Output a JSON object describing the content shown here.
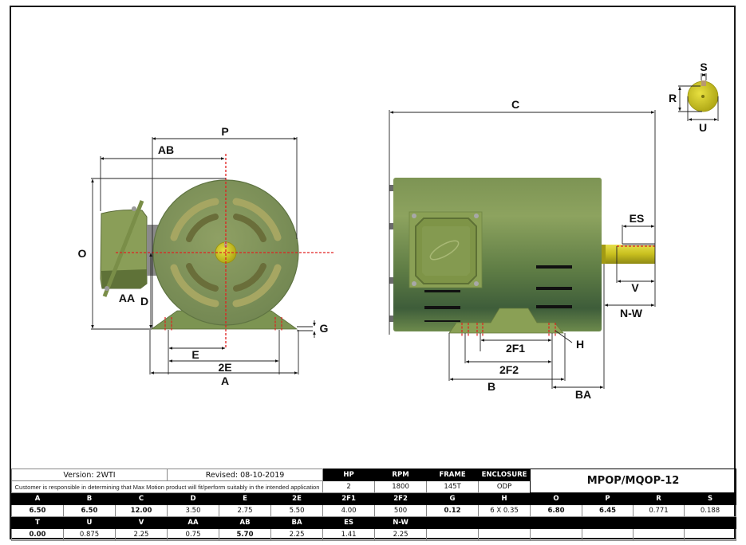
{
  "title_block": {
    "version": "Version: 2WTI",
    "revised": "Revised: 08-10-2019",
    "disclaimer": "Customer is responsible in determining that Max Motion product will fit/perform suitably in the intended application",
    "model": "MPOP/MQOP-12",
    "specs_headers": [
      "HP",
      "RPM",
      "FRAME",
      "ENCLOSURE"
    ],
    "specs_values": [
      "2",
      "1800",
      "145T",
      "ODP"
    ]
  },
  "dimensions_row1": {
    "headers": [
      "A",
      "B",
      "C",
      "D",
      "E",
      "2E",
      "2F1",
      "2F2",
      "G",
      "H",
      "O",
      "P",
      "R",
      "S"
    ],
    "values": [
      "6.50",
      "6.50",
      "12.00",
      "3.50",
      "2.75",
      "5.50",
      "4.00",
      "500",
      "0.12",
      "6 X 0.35",
      "6.80",
      "6.45",
      "0.771",
      "0.188"
    ],
    "bold": [
      true,
      true,
      true,
      false,
      false,
      false,
      false,
      false,
      true,
      false,
      true,
      true,
      false,
      false
    ]
  },
  "dimensions_row2": {
    "headers": [
      "T",
      "U",
      "V",
      "AA",
      "AB",
      "BA",
      "ES",
      "N-W",
      "",
      "",
      "",
      "",
      "",
      ""
    ],
    "values": [
      "0.00",
      "0.875",
      "2.25",
      "0.75",
      "5.70",
      "2.25",
      "1.41",
      "2.25",
      "",
      "",
      "",
      "",
      "",
      ""
    ],
    "bold": [
      true,
      false,
      false,
      false,
      true,
      false,
      false,
      false,
      false,
      false,
      false,
      false,
      false,
      false
    ]
  },
  "drawing_labels": {
    "front": {
      "P": "P",
      "AB": "AB",
      "O": "O",
      "AA": "AA",
      "D": "D",
      "G": "G",
      "E": "E",
      "2E": "2E",
      "A": "A"
    },
    "side": {
      "C": "C",
      "ES": "ES",
      "V": "V",
      "N-W": "N-W",
      "H": "H",
      "2F1": "2F1",
      "2F2": "2F2",
      "B": "B",
      "BA": "BA"
    },
    "shaft": {
      "S": "S",
      "R": "R",
      "U": "U"
    }
  },
  "colors": {
    "motor_body": "#7f9650",
    "motor_dark": "#3f5a36",
    "shaft": "#c9c020",
    "centerline": "#e02020",
    "header_bg": "#000000"
  }
}
